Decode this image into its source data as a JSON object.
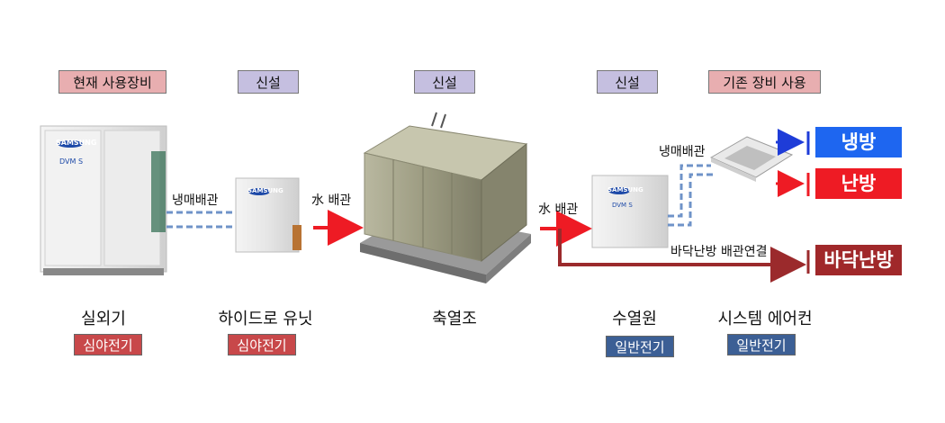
{
  "tags": {
    "current": "현재 사용장비",
    "new1": "신설",
    "new2": "신설",
    "new3": "신설",
    "existing": "기존 장비 사용"
  },
  "devices": {
    "outdoor": "실외기",
    "hydro": "하이드로 유닛",
    "tank": "축열조",
    "source": "수열원",
    "aircon": "시스템 에어컨"
  },
  "electricity": {
    "outdoor": "심야전기",
    "hydro": "심야전기",
    "source": "일반전기",
    "aircon": "일반전기"
  },
  "pipes": {
    "refrigerant1": "냉매배관",
    "water1": "水 배관",
    "water2": "水 배관",
    "refrigerant2": "냉매배관",
    "floor_pipe": "바닥난방 배관연결"
  },
  "outputs": {
    "cooling": "냉방",
    "heating": "난방",
    "floor": "바닥난방"
  },
  "brand": {
    "samsung": "SAMSUNG",
    "model": "DVM S"
  },
  "colors": {
    "arrow_red": "#ee1b24",
    "arrow_blue": "#1e3cd8",
    "pipe_blue": "#6f93c8",
    "floor_pipe": "#9b2a2c"
  }
}
